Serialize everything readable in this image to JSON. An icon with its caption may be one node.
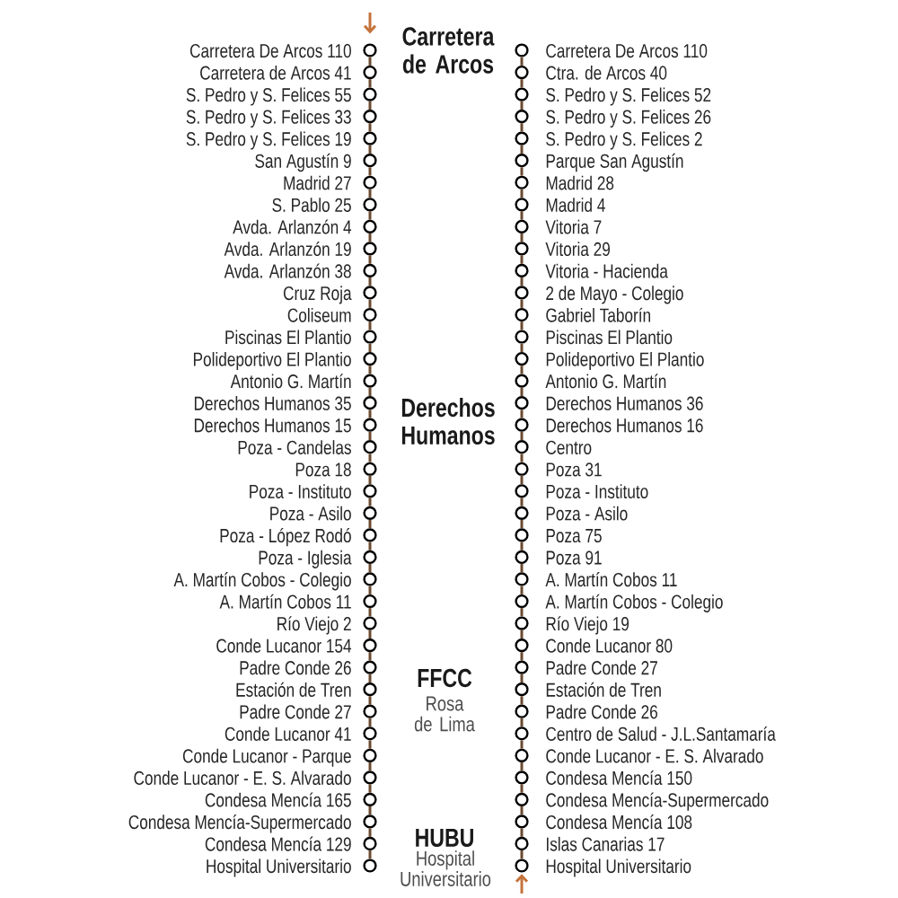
{
  "diagram": {
    "nodes": [
      {
        "text": [],
        "shape": "circle",
        "beside": [
          "Carretera De Arcos 110"
        ]
      },
      {
        "text": [],
        "shape": "circle",
        "beside": [
          "Carretera de Arcos 41"
        ]
      },
      {
        "text": [],
        "shape": "circle",
        "beside": [
          "S. Pedro y S. Felices 55"
        ]
      },
      {
        "text": [],
        "shape": "circle",
        "beside": [
          "S. Pedro y S. Felices 33"
        ]
      },
      {
        "text": [],
        "shape": "circle",
        "beside": [
          "S. Pedro y S. Felices 19"
        ]
      },
      {
        "text": [],
        "shape": "circle",
        "beside": [
          "San Agustín 9"
        ]
      },
      {
        "text": [],
        "shape": "circle",
        "beside": [
          "Madrid 27"
        ]
      },
      {
        "text": [],
        "shape": "circle",
        "beside": [
          "S. Pablo 25"
        ]
      },
      {
        "text": [],
        "shape": "circle",
        "beside": [
          "Avda. Arlanzón 4"
        ]
      },
      {
        "text": [],
        "shape": "circle",
        "beside": [
          "Avda. Arlanzón 19"
        ]
      },
      {
        "text": [],
        "shape": "circle",
        "beside": [
          "Avda. Arlanzón 38"
        ]
      },
      {
        "text": [],
        "shape": "circle",
        "beside": [
          "Cruz Roja"
        ]
      },
      {
        "text": [],
        "shape": "circle",
        "beside": [
          "Coliseum"
        ]
      },
      {
        "text": [],
        "shape": "circle",
        "beside": [
          "Piscinas El Plantio"
        ]
      },
      {
        "text": [],
        "shape": "circle",
        "beside": [
          "Polideportivo El Plantio"
        ]
      },
      {
        "text": [],
        "shape": "circle",
        "beside": [
          "Antonio G. Martín"
        ]
      },
      {
        "text": [],
        "shape": "circle",
        "beside": [
          "Derechos Humanos 35"
        ]
      },
      {
        "text": [],
        "shape": "circle",
        "beside": [
          "Derechos Humanos 15"
        ]
      },
      {
        "text": [],
        "shape": "circle",
        "beside": [
          "Poza - Candelas"
        ]
      },
      {
        "text": [],
        "shape": "circle",
        "beside": [
          "Poza 18"
        ]
      },
      {
        "text": [],
        "shape": "circle",
        "beside": [
          "Poza - Instituto"
        ]
      },
      {
        "text": [],
        "shape": "circle",
        "beside": [
          "Poza - Asilo"
        ]
      },
      {
        "text": [],
        "shape": "circle",
        "beside": [
          "Poza - López Rodó"
        ]
      },
      {
        "text": [],
        "shape": "circle",
        "beside": [
          "Poza - Iglesia"
        ]
      },
      {
        "text": [],
        "shape": "circle",
        "beside": [
          "A. Martín Cobos - Colegio"
        ]
      },
      {
        "text": [],
        "shape": "circle",
        "beside": [
          "A. Martín Cobos 11"
        ]
      },
      {
        "text": [],
        "shape": "circle",
        "beside": [
          "Río Viejo 2"
        ]
      },
      {
        "text": [],
        "shape": "circle",
        "beside": [
          "Conde Lucanor 154"
        ]
      },
      {
        "text": [],
        "shape": "circle",
        "beside": [
          "Padre Conde 26"
        ]
      },
      {
        "text": [],
        "shape": "circle",
        "beside": [
          "Estación de Tren"
        ]
      },
      {
        "text": [],
        "shape": "circle",
        "beside": [
          "Padre Conde 27"
        ]
      },
      {
        "text": [],
        "shape": "circle",
        "beside": [
          "Conde Lucanor 41"
        ]
      },
      {
        "text": [],
        "shape": "circle",
        "beside": [
          "Conde Lucanor - Parque"
        ]
      },
      {
        "text": [],
        "shape": "circle",
        "beside": [
          "Conde Lucanor - E. S. Alvarado"
        ]
      },
      {
        "text": [],
        "shape": "circle",
        "beside": [
          "Condesa Mencía 165"
        ]
      },
      {
        "text": [],
        "shape": "circle",
        "beside": [
          "Condesa Mencía-Supermercado"
        ]
      },
      {
        "text": [],
        "shape": "circle",
        "beside": [
          "Condesa Mencía 129"
        ]
      },
      {
        "text": [],
        "shape": "circle",
        "beside": [
          "Hospital Universitario"
        ]
      },
      {
        "text": [],
        "shape": "circle",
        "beside": [
          "Carretera De Arcos 110"
        ]
      },
      {
        "text": [],
        "shape": "circle",
        "beside": [
          "Ctra. de Arcos 40"
        ]
      },
      {
        "text": [],
        "shape": "circle",
        "beside": [
          "S. Pedro y S. Felices 52"
        ]
      },
      {
        "text": [],
        "shape": "circle",
        "beside": [
          "S. Pedro y S. Felices 26"
        ]
      },
      {
        "text": [],
        "shape": "circle",
        "beside": [
          "S. Pedro y S. Felices 2"
        ]
      },
      {
        "text": [],
        "shape": "circle",
        "beside": [
          "Parque San Agustín"
        ]
      },
      {
        "text": [],
        "shape": "circle",
        "beside": [
          "Madrid 28"
        ]
      },
      {
        "text": [],
        "shape": "circle",
        "beside": [
          "Madrid 4"
        ]
      },
      {
        "text": [],
        "shape": "circle",
        "beside": [
          "Vitoria 7"
        ]
      },
      {
        "text": [],
        "shape": "circle",
        "beside": [
          "Vitoria 29"
        ]
      },
      {
        "text": [],
        "shape": "circle",
        "beside": [
          "Vitoria - Hacienda"
        ]
      },
      {
        "text": [],
        "shape": "circle",
        "beside": [
          "2 de Mayo - Colegio"
        ]
      },
      {
        "text": [],
        "shape": "circle",
        "beside": [
          "Gabriel Taborín"
        ]
      },
      {
        "text": [],
        "shape": "circle",
        "beside": [
          "Piscinas El Plantio"
        ]
      },
      {
        "text": [],
        "shape": "circle",
        "beside": [
          "Polideportivo El Plantio"
        ]
      },
      {
        "text": [],
        "shape": "circle",
        "beside": [
          "Antonio G. Martín"
        ]
      },
      {
        "text": [],
        "shape": "circle",
        "beside": [
          "Derechos Humanos 36"
        ]
      },
      {
        "text": [],
        "shape": "circle",
        "beside": [
          "Derechos Humanos 16"
        ]
      },
      {
        "text": [],
        "shape": "circle",
        "beside": [
          "Centro"
        ]
      },
      {
        "text": [],
        "shape": "circle",
        "beside": [
          "Poza 31"
        ]
      },
      {
        "text": [],
        "shape": "circle",
        "beside": [
          "Poza - Instituto"
        ]
      },
      {
        "text": [],
        "shape": "circle",
        "beside": [
          "Poza - Asilo"
        ]
      },
      {
        "text": [],
        "shape": "circle",
        "beside": [
          "Poza 75"
        ]
      },
      {
        "text": [],
        "shape": "circle",
        "beside": [
          "Poza 91"
        ]
      },
      {
        "text": [],
        "shape": "circle",
        "beside": [
          "A. Martín Cobos 11"
        ]
      },
      {
        "text": [],
        "shape": "circle",
        "beside": [
          "A. Martín Cobos - Colegio"
        ]
      },
      {
        "text": [],
        "shape": "circle",
        "beside": [
          "Río Viejo 19"
        ]
      },
      {
        "text": [],
        "shape": "circle",
        "beside": [
          "Conde Lucanor 80"
        ]
      },
      {
        "text": [],
        "shape": "circle",
        "beside": [
          "Padre Conde 27"
        ]
      },
      {
        "text": [],
        "shape": "circle",
        "beside": [
          "Estación de Tren"
        ]
      },
      {
        "text": [],
        "shape": "circle",
        "beside": [
          "Padre Conde 26"
        ]
      },
      {
        "text": [],
        "shape": "circle",
        "beside": [
          "Centro de Salud - J.L.Santamaría"
        ]
      },
      {
        "text": [],
        "shape": "circle",
        "beside": [
          "Conde Lucanor - E. S. Alvarado"
        ]
      },
      {
        "text": [],
        "shape": "circle",
        "beside": [
          "Condesa Mencía 150"
        ]
      },
      {
        "text": [],
        "shape": "circle",
        "beside": [
          "Condesa Mencía-Supermercado"
        ]
      },
      {
        "text": [],
        "shape": "circle",
        "beside": [
          "Condesa Mencía 108"
        ]
      },
      {
        "text": [],
        "shape": "circle",
        "beside": [
          "Islas Canarias 17"
        ]
      },
      {
        "text": [],
        "shape": "circle",
        "beside": [
          "Hospital Universitario"
        ]
      }
    ],
    "edges": [
      {
        "from": null,
        "to": 0,
        "arrow": "to",
        "color": "#c4733b"
      },
      {
        "from": 0,
        "to": 1,
        "arrow": "none"
      },
      {
        "from": 1,
        "to": 2,
        "arrow": "none"
      },
      {
        "from": 2,
        "to": 3,
        "arrow": "none"
      },
      {
        "from": 3,
        "to": 4,
        "arrow": "none"
      },
      {
        "from": 4,
        "to": 5,
        "arrow": "none"
      },
      {
        "from": 5,
        "to": 6,
        "arrow": "none"
      },
      {
        "from": 6,
        "to": 7,
        "arrow": "none"
      },
      {
        "from": 7,
        "to": 8,
        "arrow": "none"
      },
      {
        "from": 8,
        "to": 9,
        "arrow": "none"
      },
      {
        "from": 9,
        "to": 10,
        "arrow": "none"
      },
      {
        "from": 10,
        "to": 11,
        "arrow": "none"
      },
      {
        "from": 11,
        "to": 12,
        "arrow": "none"
      },
      {
        "from": 12,
        "to": 13,
        "arrow": "none"
      },
      {
        "from": 13,
        "to": 14,
        "arrow": "none"
      },
      {
        "from": 14,
        "to": 15,
        "arrow": "none"
      },
      {
        "from": 15,
        "to": 16,
        "arrow": "none"
      },
      {
        "from": 16,
        "to": 17,
        "arrow": "none"
      },
      {
        "from": 17,
        "to": 18,
        "arrow": "none"
      },
      {
        "from": 18,
        "to": 19,
        "arrow": "none"
      },
      {
        "from": 19,
        "to": 20,
        "arrow": "none"
      },
      {
        "from": 20,
        "to": 21,
        "arrow": "none"
      },
      {
        "from": 21,
        "to": 22,
        "arrow": "none"
      },
      {
        "from": 22,
        "to": 23,
        "arrow": "none"
      },
      {
        "from": 23,
        "to": 24,
        "arrow": "none"
      },
      {
        "from": 24,
        "to": 25,
        "arrow": "none"
      },
      {
        "from": 25,
        "to": 26,
        "arrow": "none"
      },
      {
        "from": 26,
        "to": 27,
        "arrow": "none"
      },
      {
        "from": 27,
        "to": 28,
        "arrow": "none"
      },
      {
        "from": 28,
        "to": 29,
        "arrow": "none"
      },
      {
        "from": 29,
        "to": 30,
        "arrow": "none"
      },
      {
        "from": 30,
        "to": 31,
        "arrow": "none"
      },
      {
        "from": 31,
        "to": 32,
        "arrow": "none"
      },
      {
        "from": 32,
        "to": 33,
        "arrow": "none"
      },
      {
        "from": 33,
        "to": 34,
        "arrow": "none"
      },
      {
        "from": 34,
        "to": 35,
        "arrow": "none"
      },
      {
        "from": 35,
        "to": 36,
        "arrow": "none"
      },
      {
        "from": 36,
        "to": 37,
        "arrow": "none"
      },
      {
        "from": 38,
        "to": 39,
        "arrow": "none"
      },
      {
        "from": 39,
        "to": 40,
        "arrow": "none"
      },
      {
        "from": 40,
        "to": 41,
        "arrow": "none"
      },
      {
        "from": 41,
        "to": 42,
        "arrow": "none"
      },
      {
        "from": 42,
        "to": 43,
        "arrow": "none"
      },
      {
        "from": 43,
        "to": 44,
        "arrow": "none"
      },
      {
        "from": 44,
        "to": 45,
        "arrow": "none"
      },
      {
        "from": 45,
        "to": 46,
        "arrow": "none"
      },
      {
        "from": 46,
        "to": 47,
        "arrow": "none"
      },
      {
        "from": 47,
        "to": 48,
        "arrow": "none"
      },
      {
        "from": 48,
        "to": 49,
        "arrow": "none"
      },
      {
        "from": 49,
        "to": 50,
        "arrow": "none"
      },
      {
        "from": 50,
        "to": 51,
        "arrow": "none"
      },
      {
        "from": 51,
        "to": 52,
        "arrow": "none"
      },
      {
        "from": 52,
        "to": 53,
        "arrow": "none"
      },
      {
        "from": 53,
        "to": 54,
        "arrow": "none"
      },
      {
        "from": 54,
        "to": 55,
        "arrow": "none"
      },
      {
        "from": 55,
        "to": 56,
        "arrow": "none"
      },
      {
        "from": 56,
        "to": 57,
        "arrow": "none"
      },
      {
        "from": 57,
        "to": 58,
        "arrow": "none"
      },
      {
        "from": 58,
        "to": 59,
        "arrow": "none"
      },
      {
        "from": 59,
        "to": 60,
        "arrow": "none"
      },
      {
        "from": 60,
        "to": 61,
        "arrow": "none"
      },
      {
        "from": 61,
        "to": 62,
        "arrow": "none"
      },
      {
        "from": 62,
        "to": 63,
        "arrow": "none"
      },
      {
        "from": 63,
        "to": 64,
        "arrow": "none"
      },
      {
        "from": 64,
        "to": 65,
        "arrow": "none"
      },
      {
        "from": 65,
        "to": 66,
        "arrow": "none"
      },
      {
        "from": 66,
        "to": 67,
        "arrow": "none"
      },
      {
        "from": 67,
        "to": 68,
        "arrow": "none"
      },
      {
        "from": 68,
        "to": 69,
        "arrow": "none"
      },
      {
        "from": 69,
        "to": 70,
        "arrow": "none"
      },
      {
        "from": 70,
        "to": 71,
        "arrow": "none"
      },
      {
        "from": 71,
        "to": 72,
        "arrow": "none"
      },
      {
        "from": 72,
        "to": 73,
        "arrow": "none"
      },
      {
        "from": 73,
        "to": 74,
        "arrow": "none"
      },
      {
        "from": 74,
        "to": 75,
        "arrow": "none"
      },
      {
        "from": null,
        "to": 75,
        "arrow": "to",
        "color": "#c4733b"
      }
    ],
    "labels": [
      "Carretera de Arcos",
      "Derechos Humanos",
      "FFCC",
      "Rosa de Lima",
      "HUBU",
      "Hospital Universitario"
    ]
  }
}
